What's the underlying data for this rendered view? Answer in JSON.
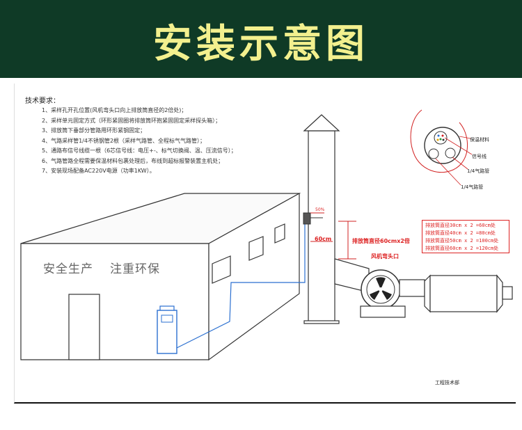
{
  "banner": {
    "title": "安装示意图"
  },
  "requirements": {
    "title": "技术要求：",
    "items": [
      "1、采样孔开孔位置(风机弯头口向上排放筒直径的2倍处)；",
      "2、采样单元固定方式（环形紧固圈将排放筒环抱紧固固定采样探头箱）；",
      "3、排放筒下垂部分管路用环形紧钢固定；",
      "4、气路采样管1/4不锈钢管2根（采样气路管、全程标气气路管）；",
      "5、通路布信号线缆一根（6芯信号线：电压+-、标气切换阀、温、压流信号）；",
      "6、气路管路全程需要保温材料包裹处理后，布线到超标报警装置主机处；",
      "7、安装现场配备AC220V电源（功率1KW）。"
    ]
  },
  "building": {
    "slogan_left": "安全生产",
    "slogan_right": "注重环保"
  },
  "labels": {
    "percent": "50%",
    "width_60": "60cm",
    "exhaust_diameter": "排放筒直径60cmx2倍",
    "fan_elbow": "风机弯头口"
  },
  "formula_box": {
    "lines": [
      "排放筒直径30cm x 2 =60cm处",
      "排放筒直径40cm x 2 =80cm处",
      "排放筒直径50cm x 2 =100cm处",
      "排放筒直径60cm x 2 =120cm处"
    ]
  },
  "cable_section": {
    "labels": [
      "保温材料",
      "信号线",
      "1/4气路管",
      "1/4气路管"
    ]
  },
  "footer": {
    "department": "工程技术部"
  },
  "colors": {
    "banner_bg": "#0f3a26",
    "title": "#f3f08e",
    "accent_red": "#d22222",
    "pipe_blue": "#2a6fd0"
  }
}
